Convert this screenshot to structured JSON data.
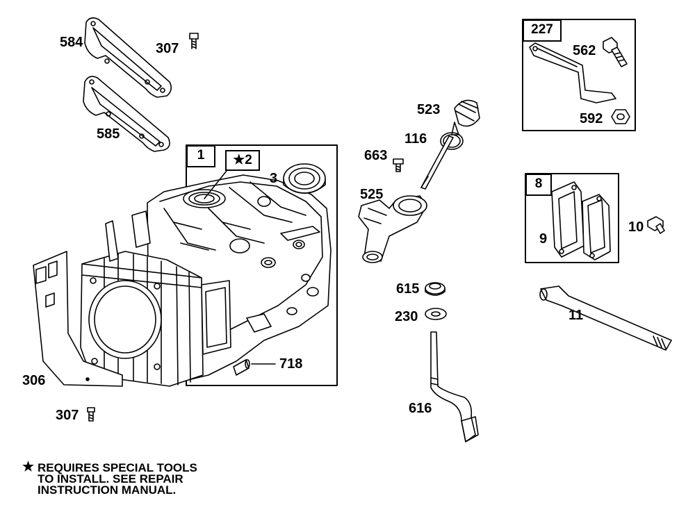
{
  "callouts": {
    "p584": "584",
    "p307a": "307",
    "p585": "585",
    "p1": "1",
    "p2": "★2",
    "p3": "3",
    "p718": "718",
    "p306": "306",
    "p307b": "307",
    "p523": "523",
    "p116": "116",
    "p663": "663",
    "p525": "525",
    "p615": "615",
    "p230": "230",
    "p616": "616",
    "p227": "227",
    "p562": "562",
    "p592": "592",
    "p8": "8",
    "p9": "9",
    "p10": "10",
    "p11": "11"
  },
  "note": {
    "symbol": "★",
    "lines": [
      "REQUIRES SPECIAL TOOLS",
      "TO INSTALL.  SEE REPAIR",
      "INSTRUCTION MANUAL."
    ]
  }
}
